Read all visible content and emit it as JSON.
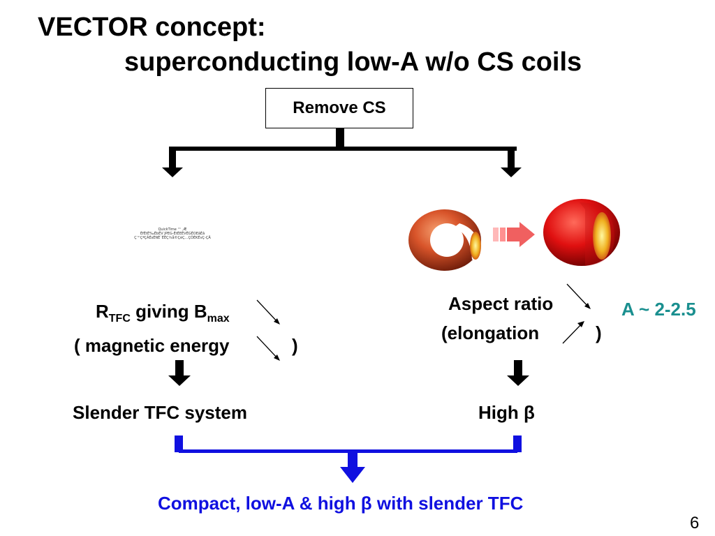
{
  "slide": {
    "title_line1": "VECTOR concept:",
    "title_line2": "superconducting low-A w/o CS coils",
    "page_number": "6"
  },
  "flow": {
    "top_box": "Remove CS",
    "left": {
      "r_prefix": "R",
      "r_sub": "TFC",
      "giving": " giving B",
      "b_sub": "max",
      "magnetic_energy_open": "( magnetic energy",
      "magnetic_energy_close": ")",
      "result": "Slender TFC system"
    },
    "right": {
      "aspect_ratio": "Aspect ratio",
      "elongation_open": "(elongation",
      "elongation_close": ")",
      "a_range": "A ~ 2-2.5",
      "result": "High β"
    },
    "conclusion": "Compact, low-A & high β with slender TFC"
  },
  "image_placeholder": {
    "line1": "QuickTime ™ ‚Æ",
    "line2": "ÉfÉtÉ‰ÉbÉV JPEG-ÉtÉEÉVÉGÉOEâÉâ",
    "line3": "Ç™ÇªÇÃÉsÉNÉ`ÉÉÇ¾å©ÇéÇ…ÇÕÉKÉvÇ-ÇÂ"
  },
  "colors": {
    "accent_teal": "#1a8f8f",
    "accent_blue": "#1010e0",
    "arrow_red": "#f06060",
    "torus_orange": "#d8542a",
    "sphere_red": "#e01010"
  }
}
